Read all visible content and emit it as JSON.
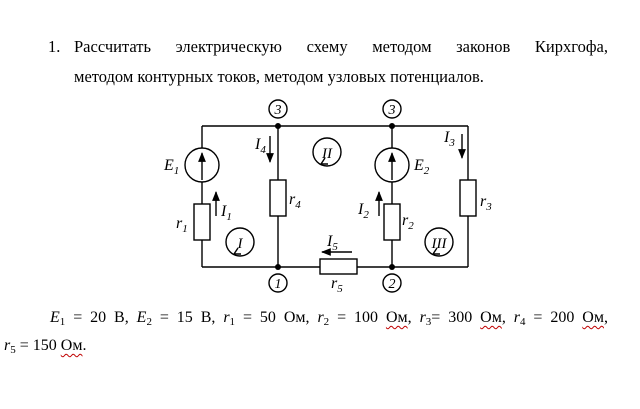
{
  "task": {
    "number": "1.",
    "line1": "Рассчитать электрическую схему методом законов Кирхгофа,",
    "line2": "методом контурных токов, методом узловых потенциалов."
  },
  "circuit": {
    "nodes": [
      "3",
      "3",
      "1",
      "2"
    ],
    "emf": [
      "E",
      "1",
      "E",
      "2"
    ],
    "resistors": [
      "r",
      "1",
      "r",
      "2",
      "r",
      "3",
      "r",
      "4",
      "r",
      "5"
    ],
    "currents": [
      "I",
      "1",
      "I",
      "2",
      "I",
      "3",
      "I",
      "4",
      "I",
      "5"
    ],
    "loops": [
      "I",
      "II",
      "III"
    ]
  },
  "params": {
    "E1_sym": "E",
    "E1_sub": "1",
    "E1_val": " = 20 В, ",
    "E2_sym": "E",
    "E2_sub": "2",
    "E2_val": " = 15 В, ",
    "r1_sym": "r",
    "r1_sub": "1",
    "r1_val": " = 50 ",
    "r1_unit": "Ом",
    "r2_sym": "r",
    "r2_sub": "2",
    "r2_val": " = 100 ",
    "r2_unit": "Ом",
    "r3_sym": "r",
    "r3_sub": "3",
    "r3_val": "= 300 ",
    "r3_unit": "Ом",
    "r4_sym": "r",
    "r4_sub": "4",
    "r4_val": " = 200 ",
    "r4_unit": "Ом",
    "r5_sym": "r",
    "r5_sub": "5",
    "r5_val": " = 150 ",
    "r5_unit": "Ом",
    "comma": ",",
    "end": "."
  }
}
